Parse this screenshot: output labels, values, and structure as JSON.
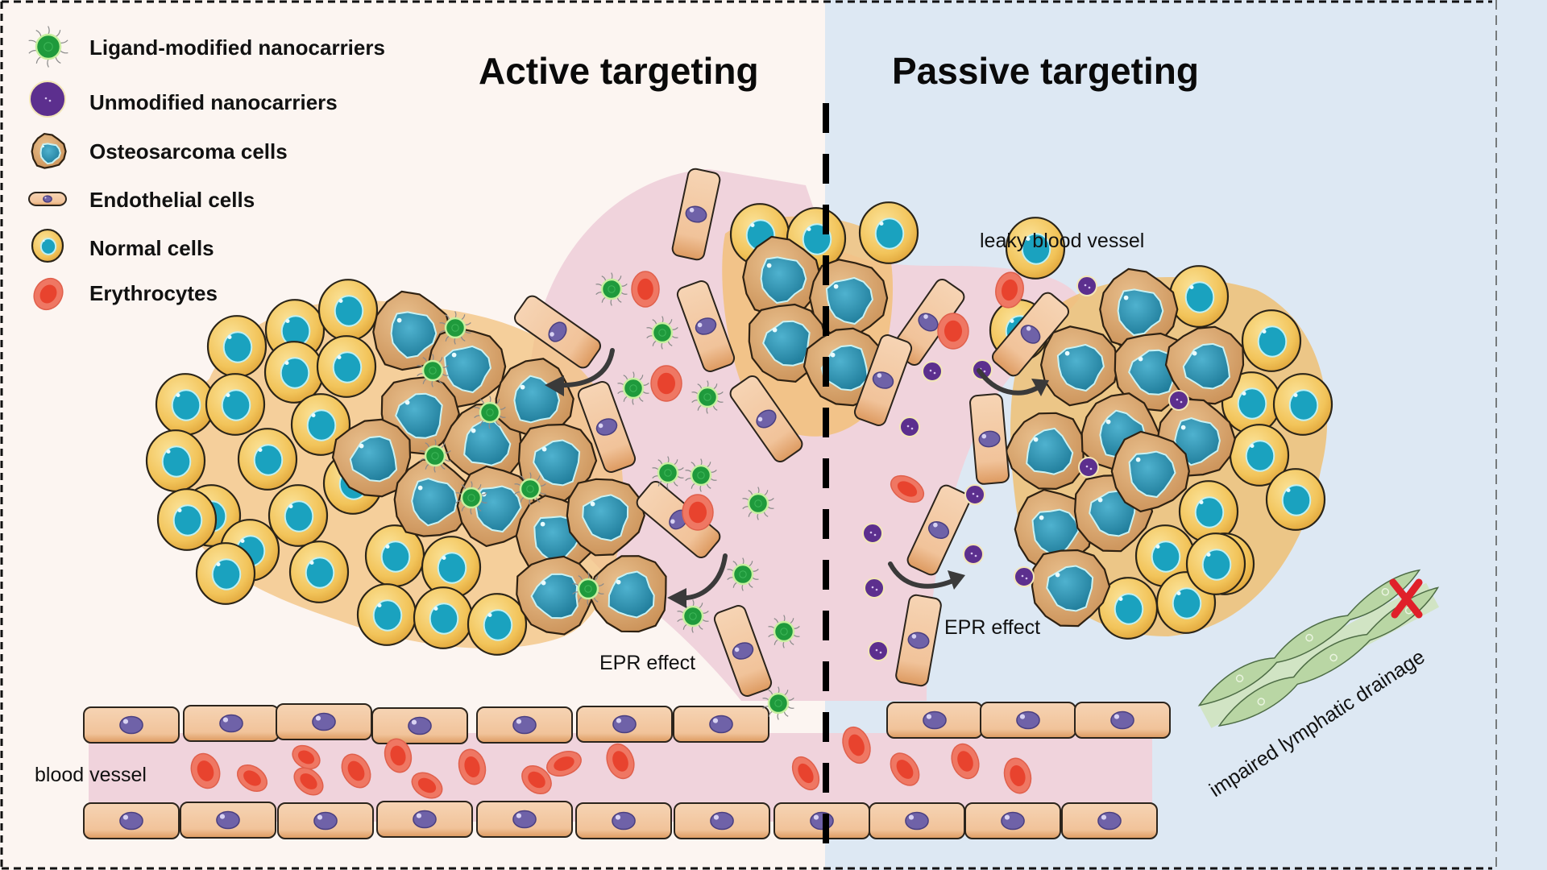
{
  "panels": {
    "active": {
      "title": "Active targeting",
      "background": "#fcf5f1"
    },
    "passive": {
      "title": "Passive targeting",
      "background": "#dde8f3"
    }
  },
  "legend": {
    "items": [
      {
        "icon": "ligand-nanocarrier-icon",
        "label": "Ligand-modified nanocarriers"
      },
      {
        "icon": "unmodified-nanocarrier-icon",
        "label": "Unmodified nanocarriers"
      },
      {
        "icon": "osteosarcoma-cell-icon",
        "label": "Osteosarcoma cells"
      },
      {
        "icon": "endothelial-cell-icon",
        "label": "Endothelial cells"
      },
      {
        "icon": "normal-cell-icon",
        "label": "Normal cells"
      },
      {
        "icon": "erythrocyte-icon",
        "label": "Erythrocytes"
      }
    ]
  },
  "annotations": {
    "epr_active": "EPR effect",
    "epr_passive": "EPR effect",
    "leaky_vessel": "leaky blood vessel",
    "blood_vessel": "blood vessel",
    "lymphatic": "impaired lymphatic drainage"
  },
  "colors": {
    "vessel_pink": "#f0d3dc",
    "nanocarrier_green": "#1f9a3c",
    "nanocarrier_purple": "#5c2f8e",
    "osteosarcoma_body": "#dba56a",
    "tumor_nucleus": "#2a8fae",
    "normal_cell": "#f2c45a",
    "normal_nucleus": "#1aa2bf",
    "endothelial": "#f3c9a2",
    "endothelial_nucleus": "#6f62a8",
    "erythrocyte": "#ee6a55",
    "blocked_x": "#e0202a",
    "lymph_green": "#b9d6a4"
  }
}
